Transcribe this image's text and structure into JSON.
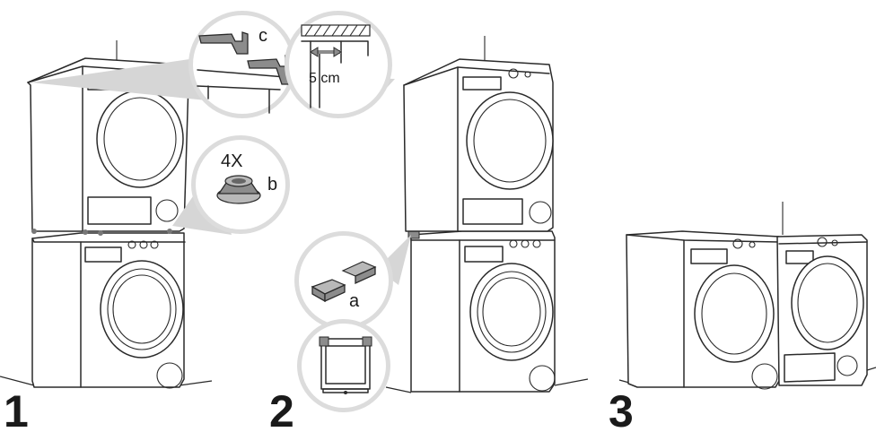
{
  "steps": [
    {
      "number": "1",
      "label_c": "c",
      "label_b": "b",
      "count": "4X",
      "distance": "5 cm"
    },
    {
      "number": "2",
      "label_a": "a"
    },
    {
      "number": "3"
    }
  ],
  "colors": {
    "line": "#2a2a2a",
    "bubble": "#dcdcdc",
    "part_gray": "#8c8c8c"
  },
  "icons": [
    "wall-bracket",
    "anti-vibration-foot",
    "spacer-clip",
    "floor-line"
  ]
}
